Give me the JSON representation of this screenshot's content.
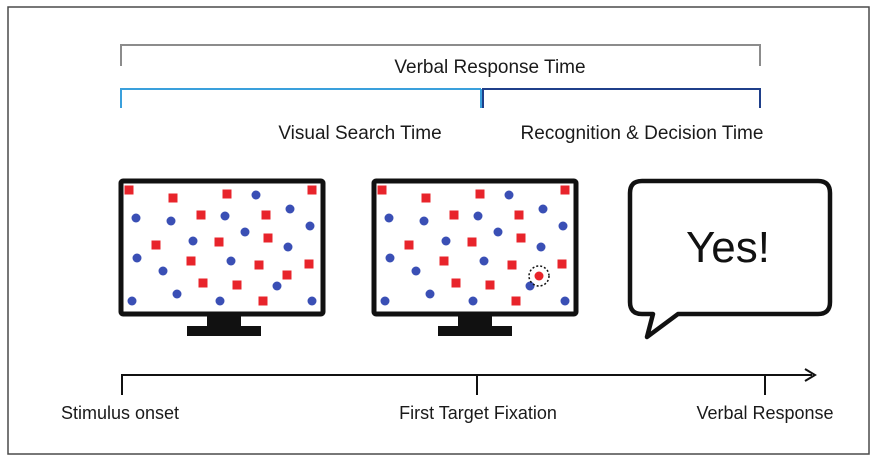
{
  "brackets": {
    "verbal_response_time": "Verbal Response Time",
    "visual_search_time": "Visual Search Time",
    "recognition_decision_time": "Recognition & Decision Time"
  },
  "speech_bubble": {
    "text": "Yes!"
  },
  "timeline": {
    "stimulus_onset": "Stimulus onset",
    "first_target_fixation": "First Target Fixation",
    "verbal_response": "Verbal Response"
  },
  "colors": {
    "frame": "#4a4a4a",
    "verbal_bracket": "#8c8c8c",
    "search_bracket": "#3aa0dc",
    "decision_bracket": "#1f3f8a",
    "square": "#e8242b",
    "dot": "#3a4fb5",
    "monitor": "#111111",
    "text": "#1a1a1a"
  },
  "icons": {
    "monitor_1": "monitor-icon",
    "monitor_2": "monitor-icon",
    "target_marker": "dashed-circle-icon",
    "speech_bubble": "speech-bubble-icon",
    "timeline_arrow": "arrow-right-icon"
  }
}
